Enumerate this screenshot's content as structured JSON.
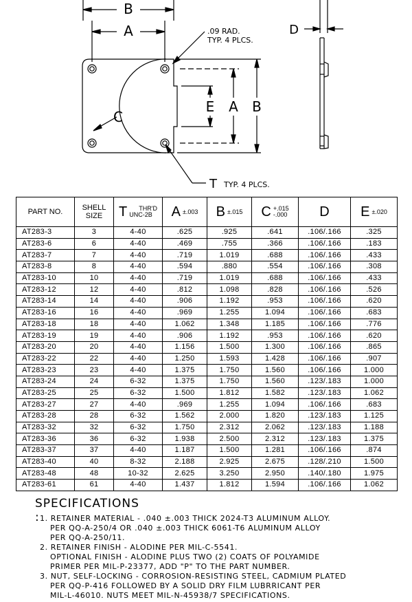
{
  "drawing": {
    "dim_b": "B",
    "dim_a": "A",
    "dim_c": "C",
    "dim_d": "D",
    "dim_e": "E",
    "radius_note_line1": ".09 RAD.",
    "radius_note_line2": "TYP. 4 PLCS.",
    "thread_note_letter": "T",
    "thread_note_text": "TYP. 4 PLCS."
  },
  "table": {
    "headers": {
      "part_no": "PART NO.",
      "shell_size_line1": "SHELL",
      "shell_size_line2": "SIZE",
      "thread_letter": "T",
      "thread_top": "THR'D",
      "thread_bottom": "UNC-2B",
      "a_letter": "A",
      "a_tol": "±.003",
      "b_letter": "B",
      "b_tol": "±.015",
      "c_letter": "C",
      "c_tol_top": "+.015",
      "c_tol_bottom": "-.000",
      "d_letter": "D",
      "e_letter": "E",
      "e_tol": "±.020"
    },
    "rows": [
      [
        "AT283-3",
        "3",
        "4-40",
        ".625",
        ".925",
        ".641",
        ".106/.166",
        ".325"
      ],
      [
        "AT283-6",
        "6",
        "4-40",
        ".469",
        ".755",
        ".366",
        ".106/.166",
        ".183"
      ],
      [
        "AT283-7",
        "7",
        "4-40",
        ".719",
        "1.019",
        ".688",
        ".106/.166",
        ".433"
      ],
      [
        "AT283-8",
        "8",
        "4-40",
        ".594",
        ".880",
        ".554",
        ".106/.166",
        ".308"
      ],
      [
        "AT283-10",
        "10",
        "4-40",
        ".719",
        "1.019",
        ".688",
        ".106/.166",
        ".433"
      ],
      [
        "AT283-12",
        "12",
        "4-40",
        ".812",
        "1.098",
        ".828",
        ".106/.166",
        ".526"
      ],
      [
        "AT283-14",
        "14",
        "4-40",
        ".906",
        "1.192",
        ".953",
        ".106/.166",
        ".620"
      ],
      [
        "AT283-16",
        "16",
        "4-40",
        ".969",
        "1.255",
        "1.094",
        ".106/.166",
        ".683"
      ],
      [
        "AT283-18",
        "18",
        "4-40",
        "1.062",
        "1.348",
        "1.185",
        ".106/.166",
        ".776"
      ],
      [
        "AT283-19",
        "19",
        "4-40",
        ".906",
        "1.192",
        ".953",
        ".106/.166",
        ".620"
      ],
      [
        "AT283-20",
        "20",
        "4-40",
        "1.156",
        "1.500",
        "1.300",
        ".106/.166",
        ".865"
      ],
      [
        "AT283-22",
        "22",
        "4-40",
        "1.250",
        "1.593",
        "1.428",
        ".106/.166",
        ".907"
      ],
      [
        "AT283-23",
        "23",
        "4-40",
        "1.375",
        "1.750",
        "1.560",
        ".106/.166",
        "1.000"
      ],
      [
        "AT283-24",
        "24",
        "6-32",
        "1.375",
        "1.750",
        "1.560",
        ".123/.183",
        "1.000"
      ],
      [
        "AT283-25",
        "25",
        "6-32",
        "1.500",
        "1.812",
        "1.582",
        ".123/.183",
        "1.062"
      ],
      [
        "AT283-27",
        "27",
        "4-40",
        ".969",
        "1.255",
        "1.094",
        ".106/.166",
        ".683"
      ],
      [
        "AT283-28",
        "28",
        "6-32",
        "1.562",
        "2.000",
        "1.820",
        ".123/.183",
        "1.125"
      ],
      [
        "AT283-32",
        "32",
        "6-32",
        "1.750",
        "2.312",
        "2.062",
        ".123/.183",
        "1.188"
      ],
      [
        "AT283-36",
        "36",
        "6-32",
        "1.938",
        "2.500",
        "2.312",
        ".123/.183",
        "1.375"
      ],
      [
        "AT283-37",
        "37",
        "4-40",
        "1.187",
        "1.500",
        "1.281",
        ".106/.166",
        ".874"
      ],
      [
        "AT283-40",
        "40",
        "8-32",
        "2.188",
        "2.925",
        "2.675",
        ".128/.210",
        "1.500"
      ],
      [
        "AT283-48",
        "48",
        "10-32",
        "2.625",
        "3.250",
        "2.950",
        ".140/.180",
        "1.975"
      ],
      [
        "AT283-61",
        "61",
        "4-40",
        "1.437",
        "1.812",
        "1.594",
        ".106/.166",
        "1.062"
      ]
    ]
  },
  "specifications": {
    "title": "SPECIFICATIONS :",
    "lines": [
      "1. RETAINER MATERIAL - .040 ±.003 THICK 2024-T3 ALUMINUM ALLOY.",
      "PER QQ-A-250/4 OR .040 ±.003 THICK 6061-T6 ALUMINUM ALLOY",
      "PER QQ-A-250/11.",
      "2. RETAINER FINISH - ALODINE PER MIL-C-5541.",
      "OPTIONAL FINISH - ALODINE PLUS TWO (2) COATS OF POLYAMIDE",
      "PRIMER PER MIL-P-23377, ADD \"P\" TO THE PART NUMBER.",
      "3. NUT, SELF-LOCKING - CORROSION-RESISTING STEEL, CADMIUM PLATED",
      "PER QQ-P-416 FOLLOWED BY A SOLID DRY FILM LUBRRICANT PER",
      "MIL-L-46010. NUTS MEET MIL-N-45938/7 SPECIFICATIONS."
    ]
  }
}
